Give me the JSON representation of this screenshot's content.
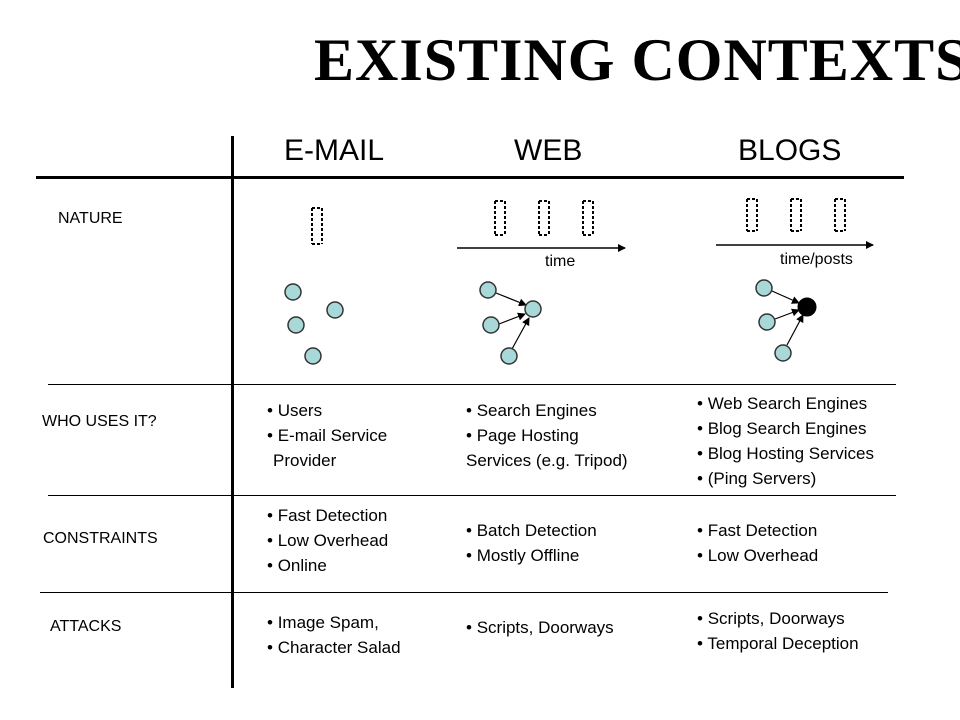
{
  "title": "EXISTING CONTEXTS",
  "columns": [
    "E-MAIL",
    "WEB",
    "BLOGS"
  ],
  "rows": [
    "NATURE",
    "WHO USES IT?",
    "CONSTRAINTS",
    "ATTACKS"
  ],
  "axis_labels": {
    "web": "time",
    "blogs": "time/posts"
  },
  "cells": {
    "who_uses": {
      "email": [
        "Users",
        "E-mail Service",
        "Provider"
      ],
      "web": [
        "Search Engines",
        "Page Hosting",
        "Services (e.g. Tripod)"
      ],
      "blogs": [
        "Web Search Engines",
        "Blog Search Engines",
        "Blog Hosting Services",
        "(Ping Servers)"
      ]
    },
    "constraints": {
      "email": [
        "Fast Detection",
        "Low Overhead",
        "Online"
      ],
      "web": [
        "Batch Detection",
        "Mostly Offline"
      ],
      "blogs": [
        "Fast Detection",
        "Low Overhead"
      ]
    },
    "attacks": {
      "email": [
        "Image Spam,",
        "Character Salad"
      ],
      "web": [
        "Scripts, Doorways"
      ],
      "blogs": [
        "Scripts, Doorways",
        "Temporal Deception"
      ]
    }
  },
  "colors": {
    "node_fill": "#a8d8d8",
    "node_stroke": "#333333",
    "ink": "#000000"
  }
}
